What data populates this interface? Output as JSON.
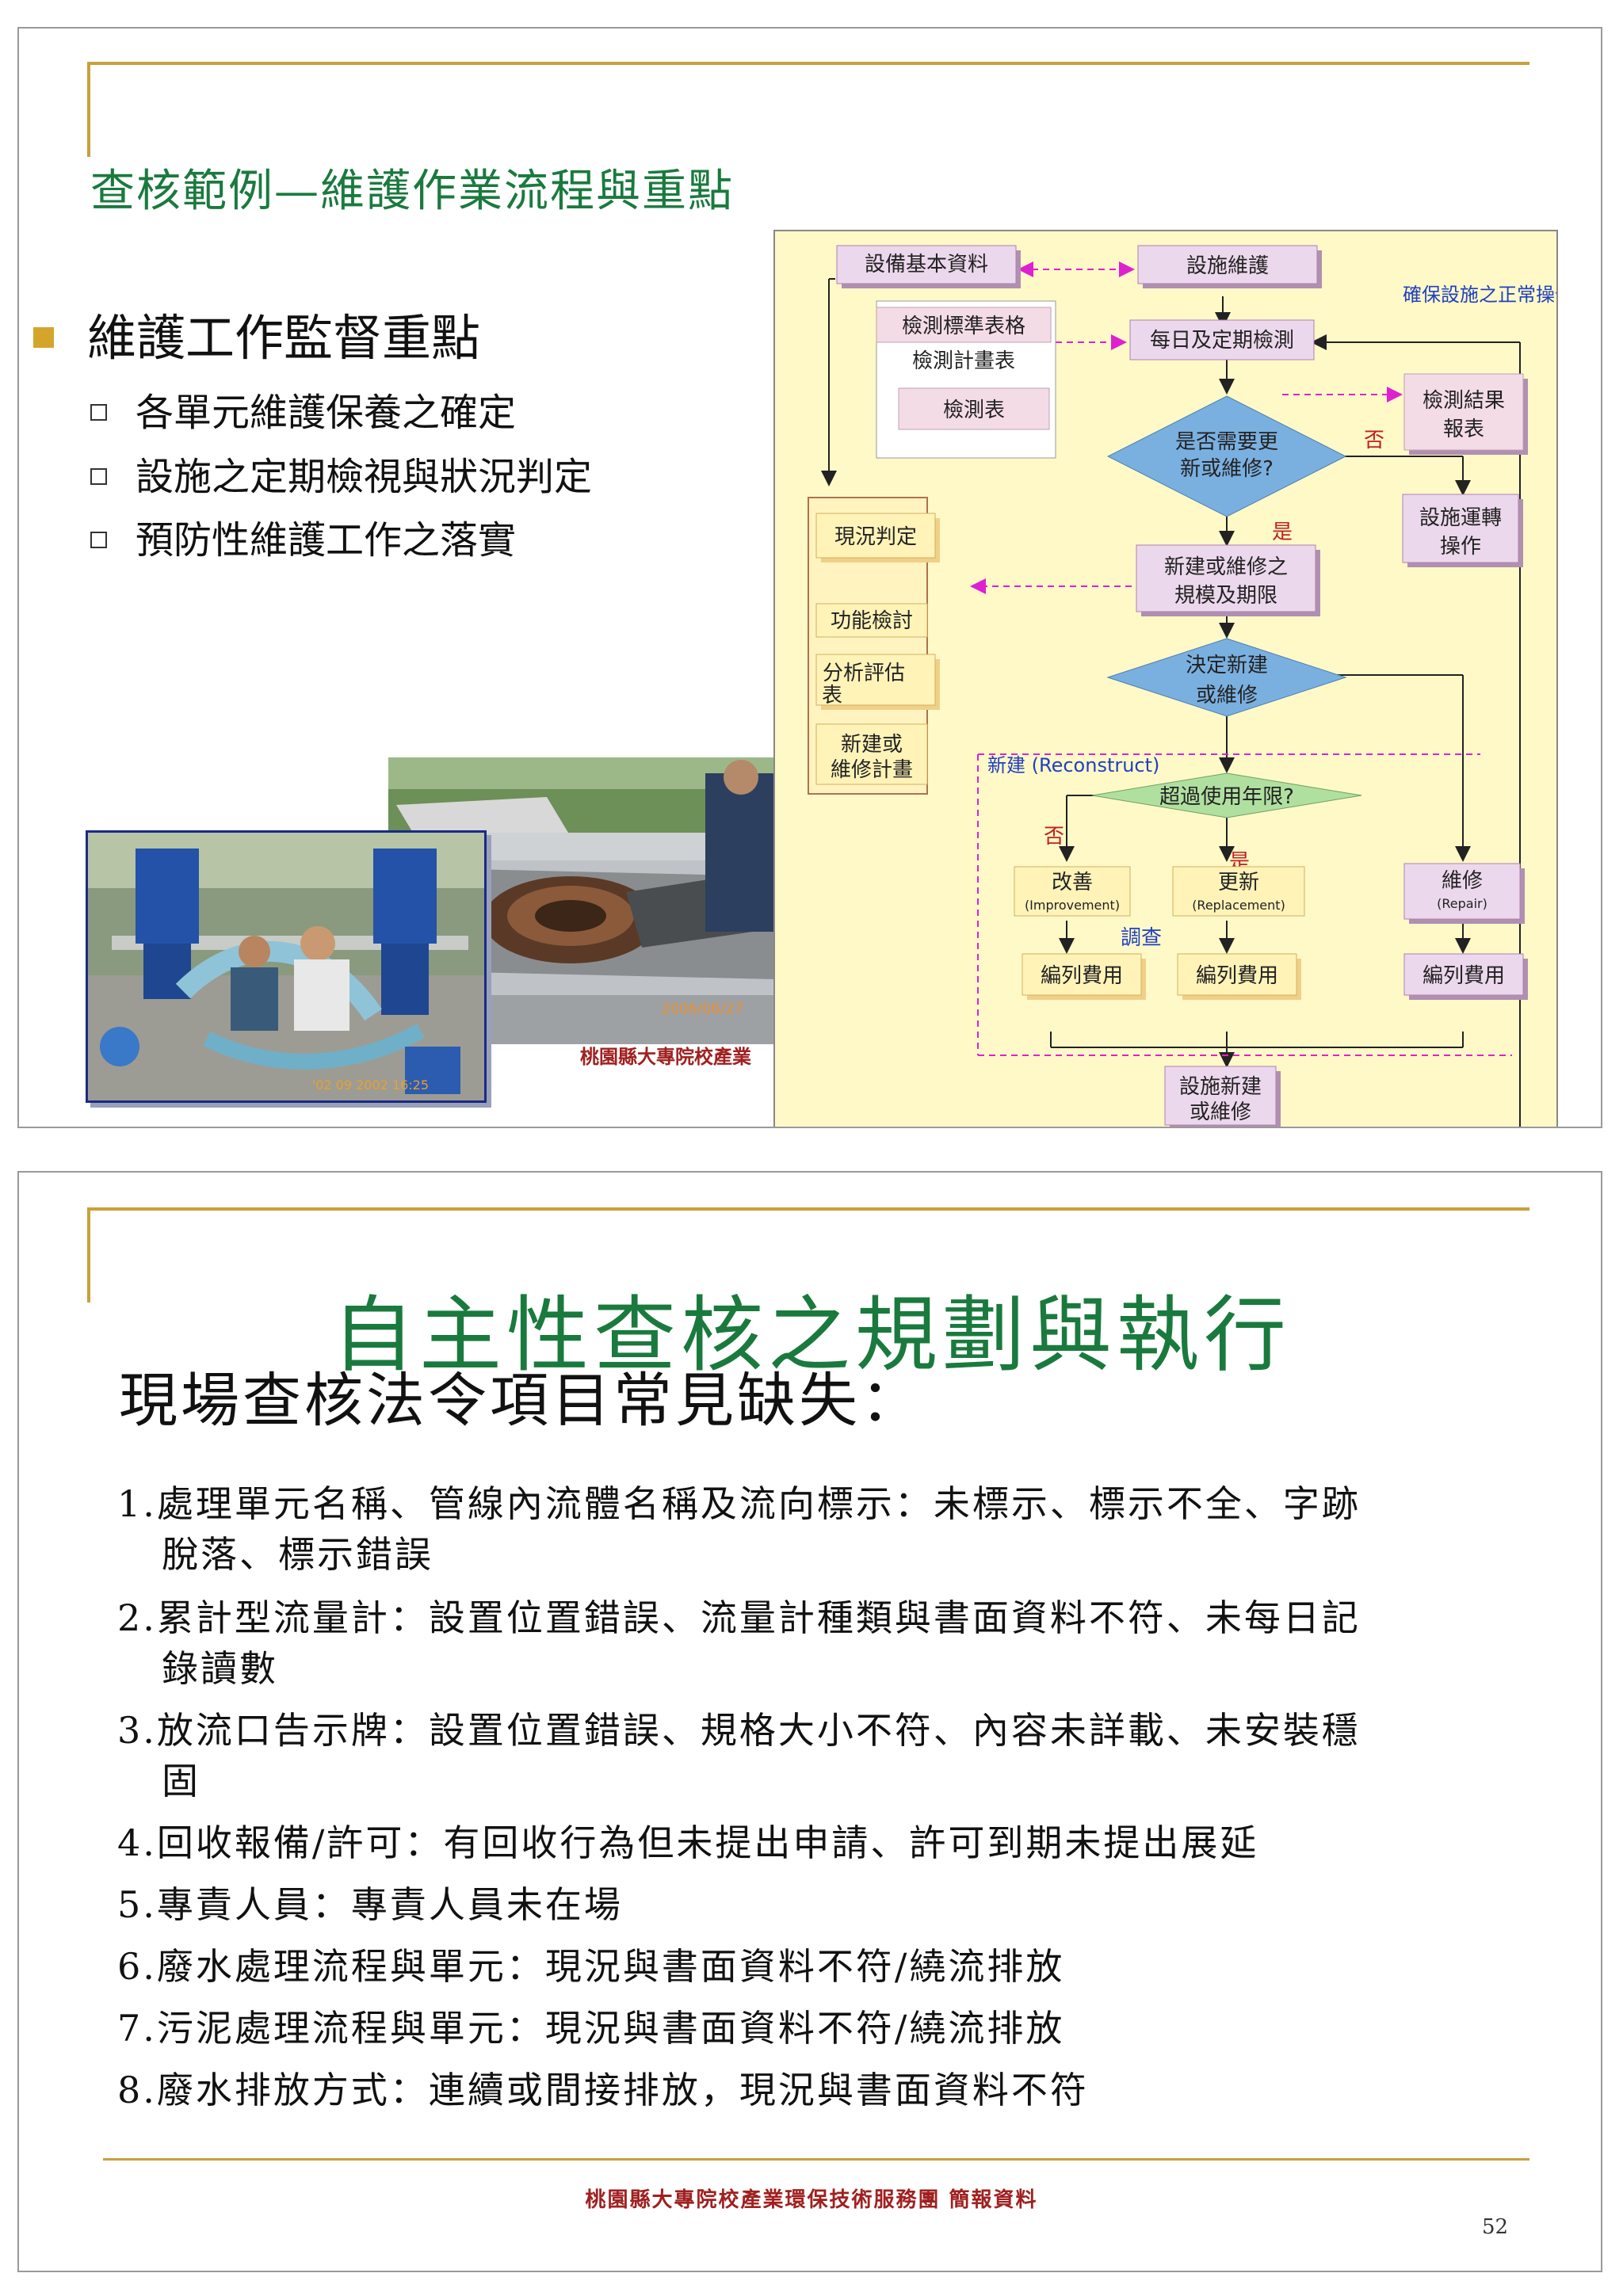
{
  "slide1": {
    "title": "查核範例—維護作業流程與重點",
    "bullet": "維護工作監督重點",
    "subs": [
      "各單元維護保養之確定",
      "設施之定期檢視與狀況判定",
      "預防性維護工作之落實"
    ],
    "caption": "桃園縣大專院校產業",
    "photo1_stamp": "2006/06/27",
    "photo2_stamp": "'02 09 2002  16:25",
    "flow": {
      "basic_data": "設備基本資料",
      "maintenance": "設施維護",
      "ensure": "確保設施之正常操作",
      "std_form": "檢測標準表格",
      "plan_table": "檢測計畫表",
      "check_table": "檢測表",
      "daily_check": "每日及定期檢測",
      "result_l1": "檢測結果",
      "result_l2": "報表",
      "need_l1": "是否需要更",
      "need_l2": "新或維修?",
      "no": "否",
      "yes": "是",
      "op_l1": "設施運轉",
      "op_l2": "操作",
      "status": "現況判定",
      "function": "功能檢討",
      "analysis_l1": "分析評估",
      "analysis_l2": "表",
      "plan_l1": "新建或",
      "plan_l2": "維修計畫",
      "scale_l1": "新建或維修之",
      "scale_l2": "規模及期限",
      "decide_l1": "決定新建",
      "decide_l2": "或維修",
      "reconstruct": "新建 (Reconstruct)",
      "exceed": "超過使用年限?",
      "improve": "改善",
      "improve_en": "(Improvement)",
      "renew": "更新",
      "renew_en": "(Replacement)",
      "repair": "維修",
      "repair_en": "(Repair)",
      "survey": "調查",
      "budget": "編列費用",
      "new_l1": "設施新建",
      "new_l2": "或維修"
    }
  },
  "slide2": {
    "title": "自主性查核之規劃與執行",
    "subtitle": "現場查核法令項目常見缺失：",
    "items": [
      {
        "l1": "1.處理單元名稱、管線內流體名稱及流向標示：未標示、標示不全、字跡",
        "l2": "脫落、標示錯誤"
      },
      {
        "l1": "2.累計型流量計：設置位置錯誤、流量計種類與書面資料不符、未每日記",
        "l2": "錄讀數"
      },
      {
        "l1": "3.放流口告示牌：設置位置錯誤、規格大小不符、內容未詳載、未安裝穩",
        "l2": "固"
      },
      {
        "l1": "4.回收報備/許可：有回收行為但未提出申請、許可到期未提出展延",
        "l2": ""
      },
      {
        "l1": "5.專責人員：專責人員未在場",
        "l2": ""
      },
      {
        "l1": "6.廢水處理流程與單元：現況與書面資料不符/繞流排放",
        "l2": ""
      },
      {
        "l1": "7.污泥處理流程與單元：現況與書面資料不符/繞流排放",
        "l2": ""
      },
      {
        "l1": "8.廢水排放方式：連續或間接排放，現況與書面資料不符",
        "l2": ""
      }
    ],
    "footer": "桃園縣大專院校產業環保技術服務團 簡報資料",
    "page": "52"
  }
}
